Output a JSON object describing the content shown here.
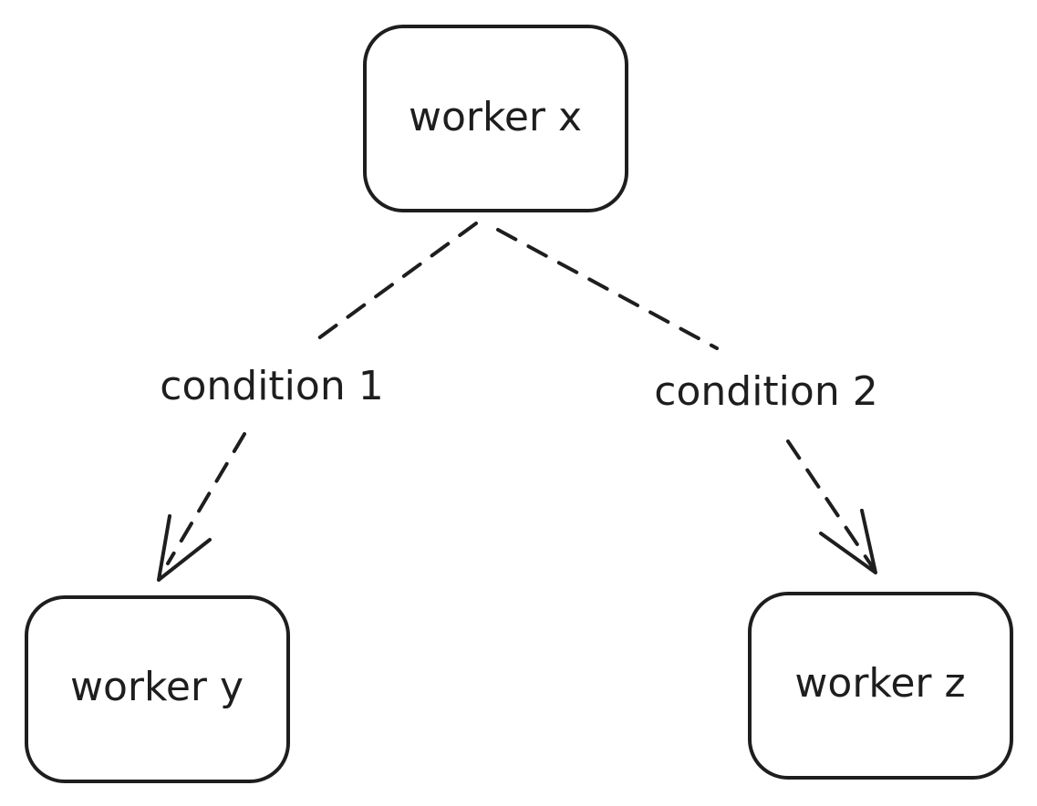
{
  "nodes": {
    "worker_x": {
      "label": "worker x"
    },
    "worker_y": {
      "label": "worker y"
    },
    "worker_z": {
      "label": "worker z"
    }
  },
  "edges": {
    "x_to_y": {
      "label": "condition 1",
      "from": "worker x",
      "to": "worker y",
      "style": "dashed"
    },
    "x_to_z": {
      "label": "condition 2",
      "from": "worker x",
      "to": "worker z",
      "style": "dashed"
    }
  },
  "colors": {
    "stroke": "#1e1e1e",
    "background": "#ffffff"
  }
}
